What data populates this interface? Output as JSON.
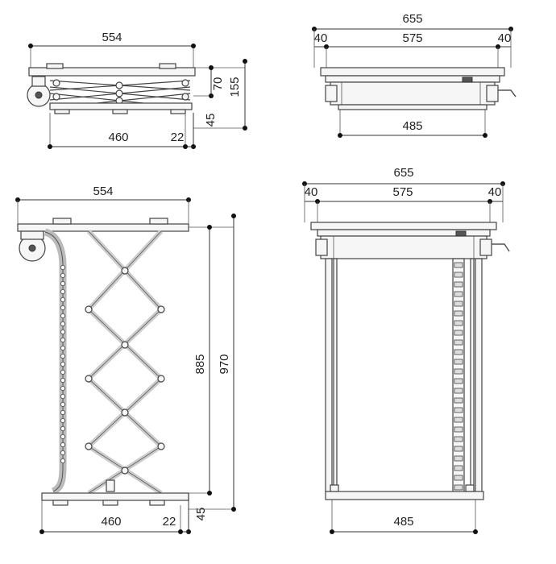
{
  "views": {
    "side_retracted": {
      "dims": {
        "width_total": "554",
        "height_total": "155",
        "height_upper": "70",
        "height_lower": "45",
        "width_base": "460",
        "width_offset": "22"
      }
    },
    "front_retracted": {
      "dims": {
        "width_overall": "655",
        "margin_left": "40",
        "width_mid": "575",
        "margin_right": "40",
        "width_base": "485"
      }
    },
    "side_extended": {
      "dims": {
        "width_total": "554",
        "height_inner": "885",
        "height_total": "970",
        "width_base": "460",
        "width_offset": "22",
        "height_lower": "45"
      }
    },
    "front_extended": {
      "dims": {
        "width_overall": "655",
        "margin_left": "40",
        "width_mid": "575",
        "margin_right": "40",
        "width_base": "485"
      }
    }
  }
}
